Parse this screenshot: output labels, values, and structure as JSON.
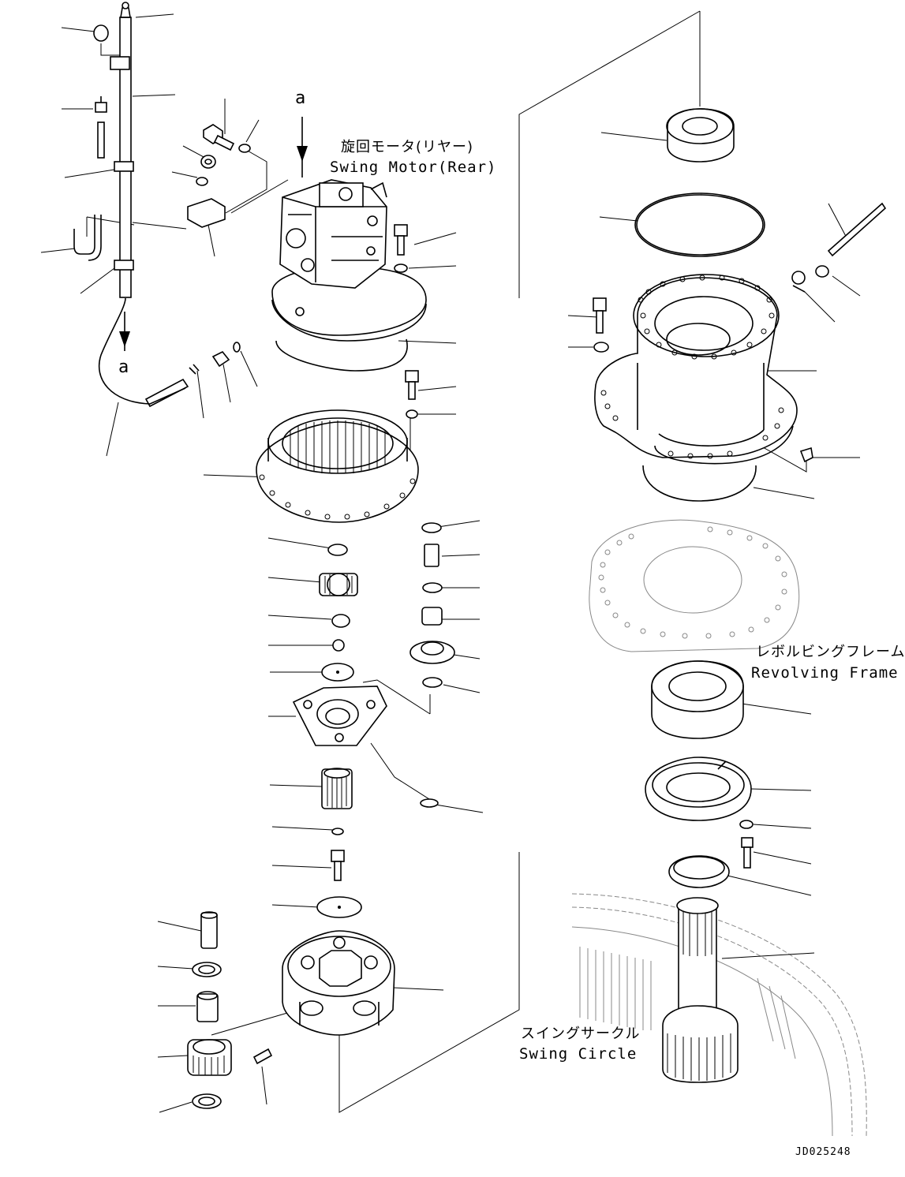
{
  "labels": {
    "swing_motor_jp": "旋回モータ(リヤー)",
    "swing_motor_en": "Swing Motor(Rear)",
    "revolving_frame_jp": "レボルビングフレーム",
    "revolving_frame_en": "Revolving Frame",
    "swing_circle_jp": "スイングサークル",
    "swing_circle_en": "Swing Circle",
    "ref_a_top": "a",
    "ref_a_bottom": "a",
    "drawing_code": "JD025248"
  },
  "colors": {
    "line": "#000000",
    "ghost": "#888888",
    "background": "#ffffff"
  }
}
